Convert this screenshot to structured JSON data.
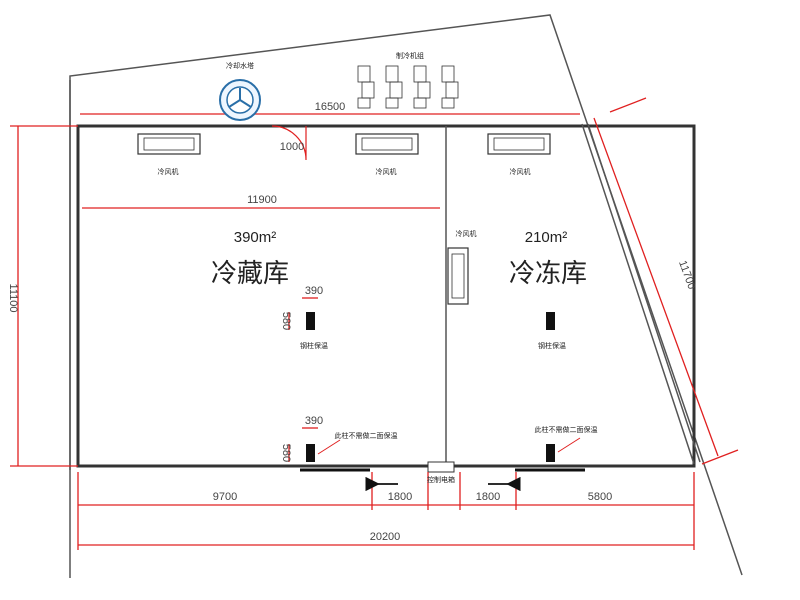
{
  "dimensions": {
    "top_total": "16500",
    "room1_width": "11900",
    "left_height": "11100",
    "right_diagonal": "11700",
    "bottom_left": "9700",
    "door_left": "1800",
    "door_right": "1800",
    "bottom_right": "5800",
    "bottom_total": "20200",
    "door_top": "1000",
    "col1_width": "390",
    "col1_height": "580",
    "col2_width": "390",
    "col2_height": "580"
  },
  "rooms": {
    "cold_storage": {
      "area": "390m²",
      "name": "冷藏库"
    },
    "freezer": {
      "area": "210m²",
      "name": "冷冻库"
    }
  },
  "labels": {
    "cooling_tower": "冷却水塔",
    "compressors": "制冷机组",
    "air_cooler_1": "冷风机",
    "air_cooler_2": "冷风机",
    "air_cooler_3": "冷风机",
    "air_cooler_side": "冷风机",
    "col1_label": "钢柱保温",
    "col2_label": "钢柱保温",
    "col3_label": "此柱不需做二面保温",
    "col4_label": "此柱不需做二面保温",
    "control_box": "控制电箱"
  }
}
